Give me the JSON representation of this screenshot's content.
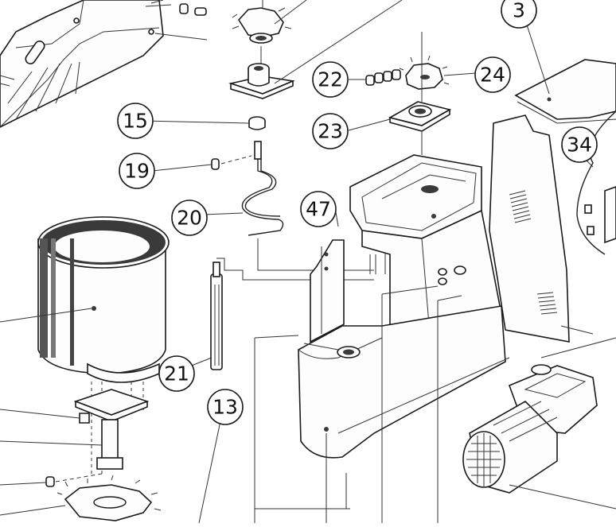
{
  "callouts": [
    {
      "id": "c3",
      "label": "3"
    },
    {
      "id": "c13",
      "label": "13"
    },
    {
      "id": "c15",
      "label": "15"
    },
    {
      "id": "c19",
      "label": "19"
    },
    {
      "id": "c20",
      "label": "20"
    },
    {
      "id": "c21",
      "label": "21"
    },
    {
      "id": "c22",
      "label": "22"
    },
    {
      "id": "c23",
      "label": "23"
    },
    {
      "id": "c24",
      "label": "24"
    },
    {
      "id": "c34",
      "label": "34"
    },
    {
      "id": "c47",
      "label": "47"
    }
  ]
}
